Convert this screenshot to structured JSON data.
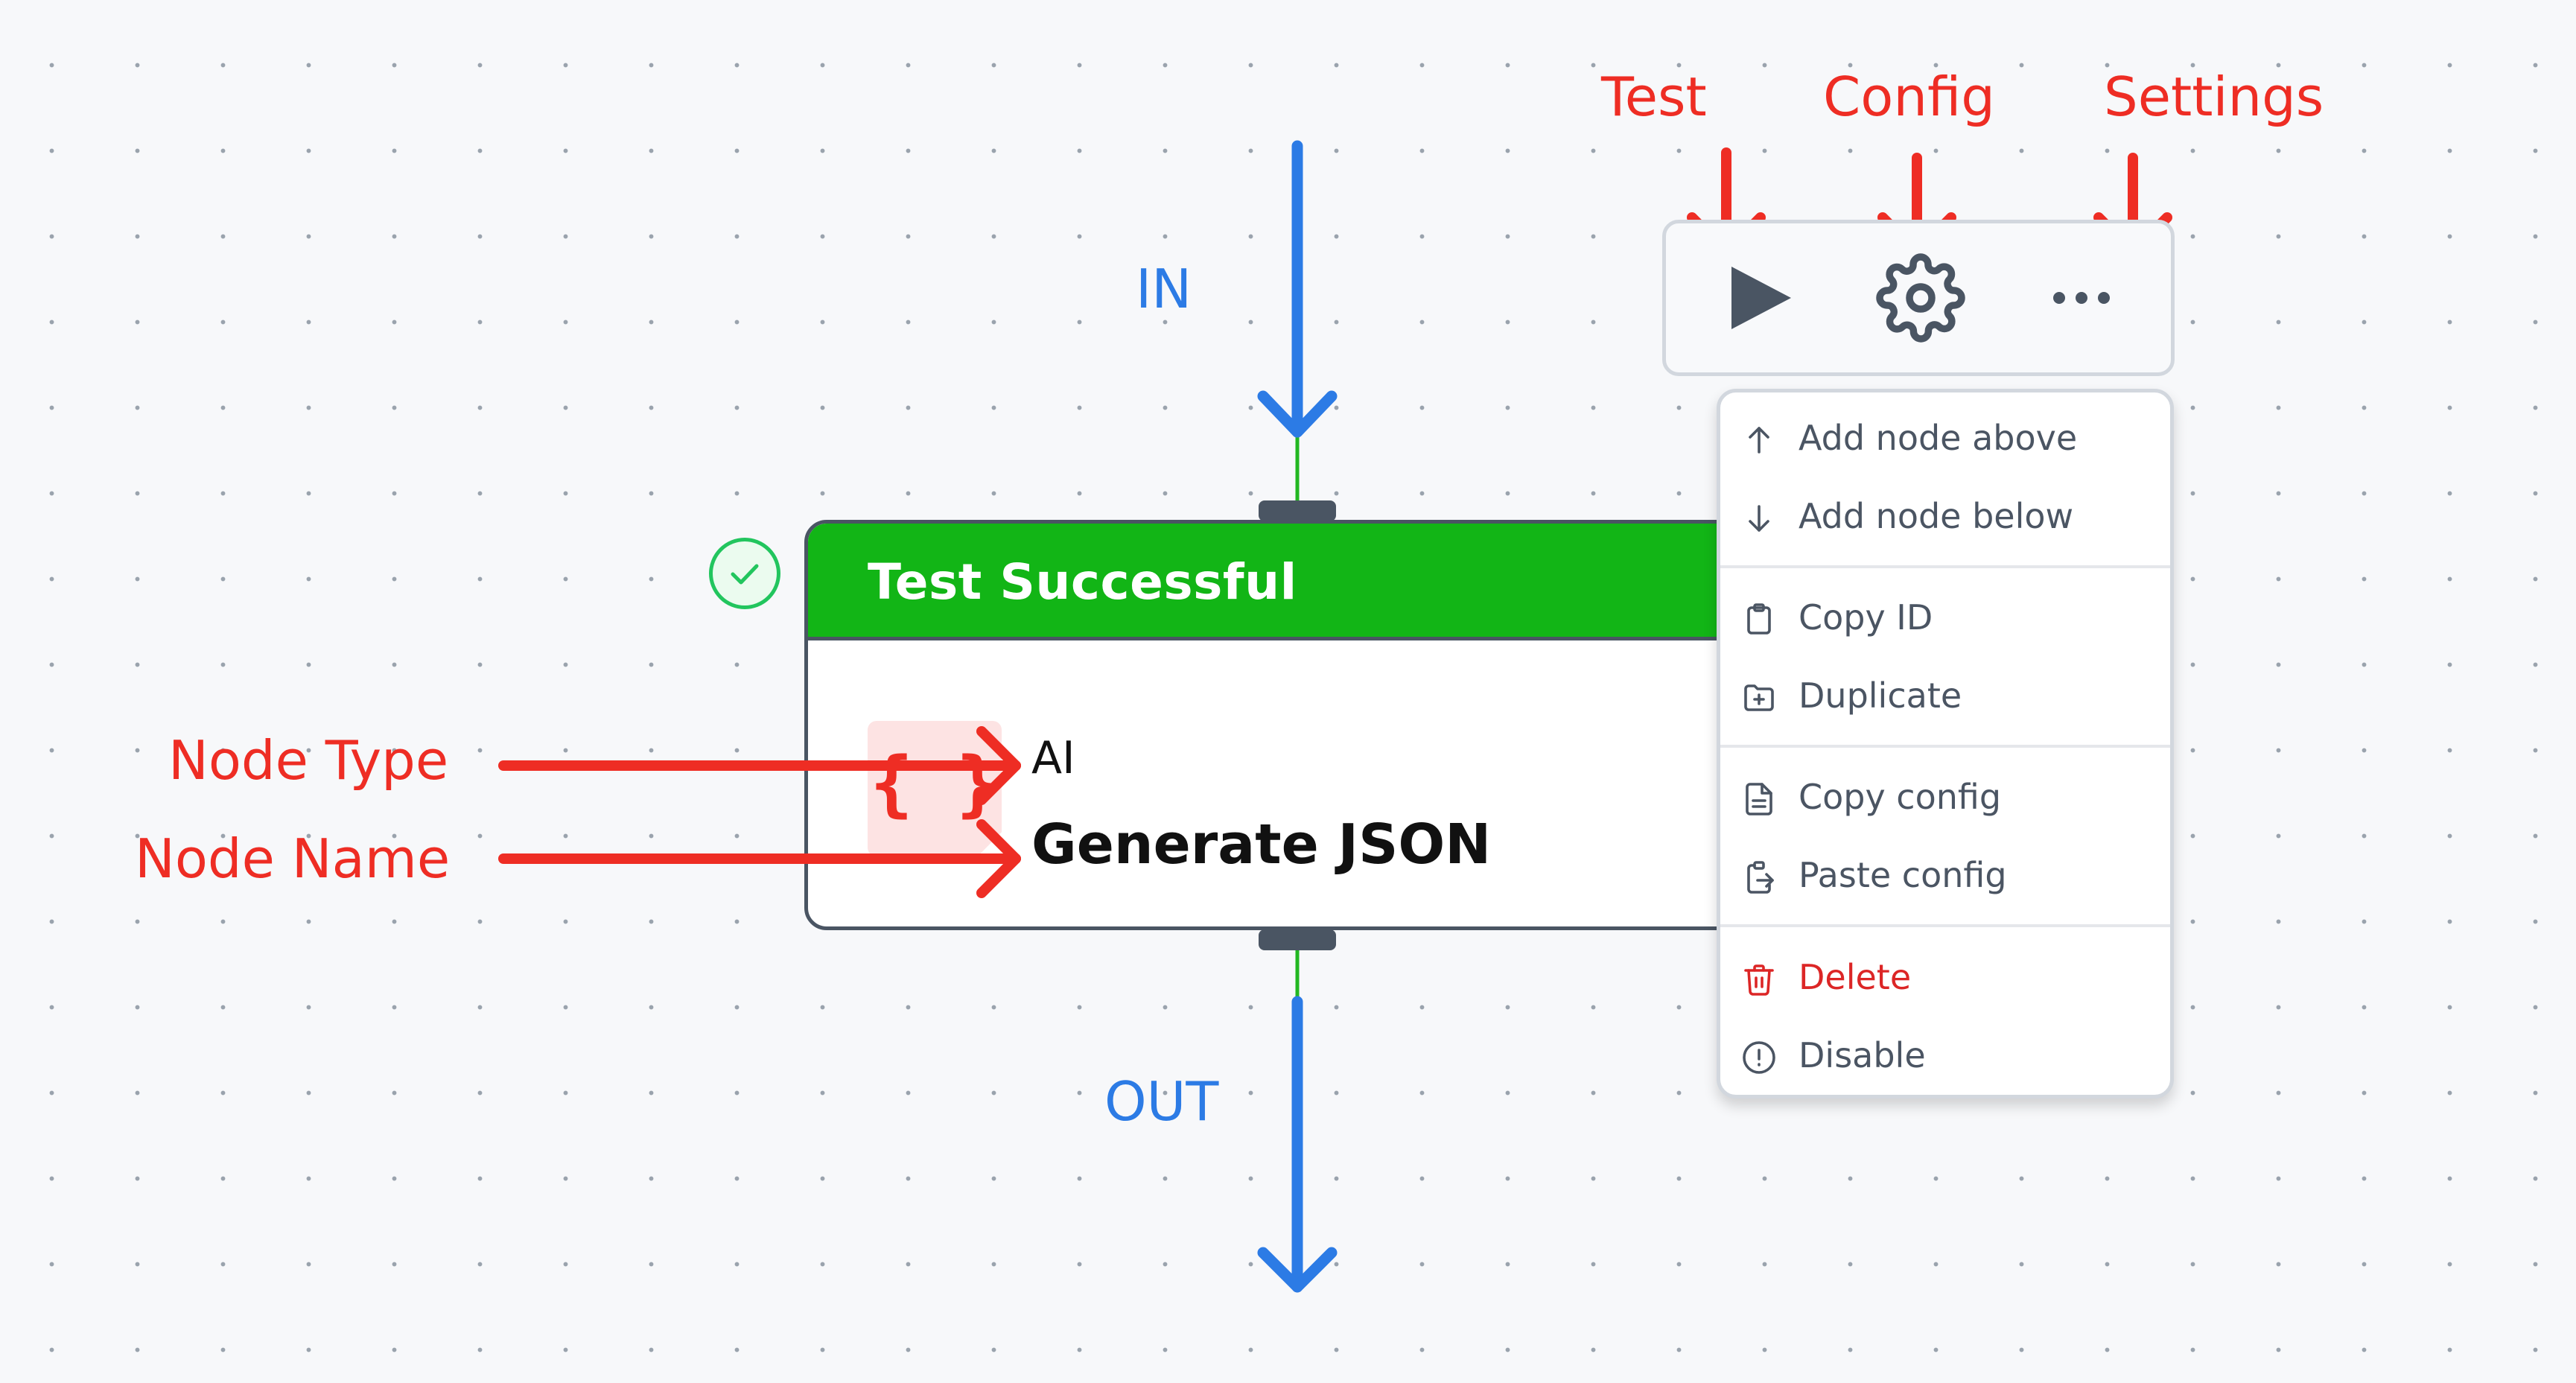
{
  "annotations": {
    "test": "Test",
    "config": "Config",
    "settings": "Settings",
    "in": "IN",
    "out": "OUT",
    "node_type": "Node Type",
    "node_name": "Node Name"
  },
  "node": {
    "status": "Test Successful",
    "type": "AI",
    "name": "Generate JSON",
    "icon_glyph": "{ }",
    "icon": "json-braces-icon"
  },
  "toolbar": {
    "items": [
      "play-icon",
      "gear-icon",
      "more-horizontal-icon"
    ]
  },
  "menu": {
    "items": [
      {
        "label": "Add node above",
        "icon": "arrow-up-icon"
      },
      {
        "label": "Add node below",
        "icon": "arrow-down-icon"
      },
      {
        "label": "Copy ID",
        "icon": "clipboard-icon"
      },
      {
        "label": "Duplicate",
        "icon": "folder-plus-icon"
      },
      {
        "label": "Copy config",
        "icon": "file-text-icon"
      },
      {
        "label": "Paste config",
        "icon": "clipboard-paste-icon"
      },
      {
        "label": "Delete",
        "icon": "trash-icon"
      },
      {
        "label": "Disable",
        "icon": "alert-circle-icon"
      }
    ]
  },
  "colors": {
    "annotation_red": "#ee2d24",
    "annotation_blue": "#2c7be5",
    "success_green": "#12b516",
    "node_border": "#4a5563",
    "danger": "#dc2626"
  }
}
